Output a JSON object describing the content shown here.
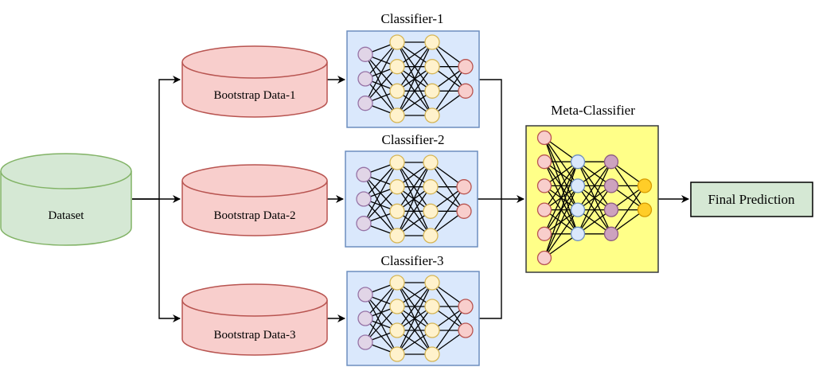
{
  "dataset": {
    "label": "Dataset",
    "fill": "#d5e8d4",
    "stroke": "#82b366"
  },
  "bootstrap": [
    {
      "label": "Bootstrap Data-1"
    },
    {
      "label": "Bootstrap Data-2"
    },
    {
      "label": "Bootstrap Data-3"
    }
  ],
  "bootstrap_style": {
    "fill": "#f8cecc",
    "stroke": "#b85450"
  },
  "classifiers": [
    {
      "title": "Classifier-1",
      "layers": [
        3,
        4,
        4,
        2
      ]
    },
    {
      "title": "Classifier-2",
      "layers": [
        3,
        4,
        4,
        2
      ]
    },
    {
      "title": "Classifier-3",
      "layers": [
        3,
        4,
        4,
        2
      ]
    }
  ],
  "classifier_style": {
    "fill": "#dae8fc",
    "stroke": "#6c8ebf"
  },
  "meta": {
    "title": "Meta-Classifier",
    "layers": [
      6,
      4,
      4,
      2
    ],
    "fill": "#ffff88",
    "stroke": "#36393d"
  },
  "final": {
    "label": "Final Prediction",
    "fill": "#d5e8d4",
    "stroke": "#000000"
  },
  "node_colors": {
    "purple": {
      "fill": "#e1d5e7",
      "stroke": "#9673a6"
    },
    "yellow": {
      "fill": "#fff2cc",
      "stroke": "#d6b656"
    },
    "red": {
      "fill": "#f8cecc",
      "stroke": "#b85450"
    },
    "blue": {
      "fill": "#dae8fc",
      "stroke": "#6c8ebf"
    },
    "violet": {
      "fill": "#cda2be",
      "stroke": "#8c5a80"
    },
    "orange": {
      "fill": "#ffcd28",
      "stroke": "#d79b00"
    }
  }
}
